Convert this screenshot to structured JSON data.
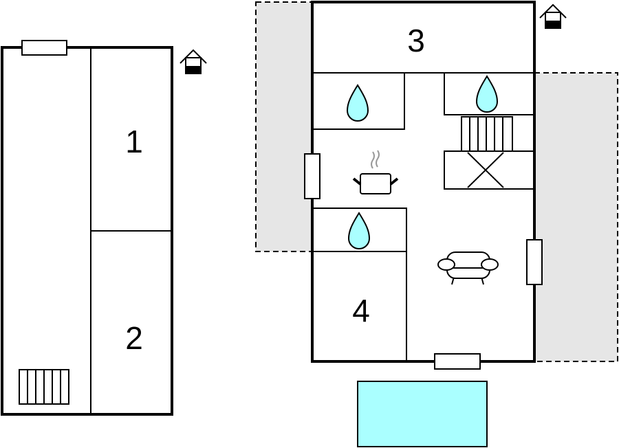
{
  "rooms": {
    "room_1": "1",
    "room_2": "2",
    "room_3": "3",
    "room_4": "4"
  },
  "colors": {
    "water": "#aaffff",
    "pool": "#aaffff",
    "terrace": "#e6e6e6",
    "wall": "#000000"
  },
  "icons": [
    "house-icon",
    "water-drop-icon",
    "cooking-pot-icon",
    "armchair-icon",
    "radiator-icon",
    "stairs-icon",
    "window-icon"
  ]
}
